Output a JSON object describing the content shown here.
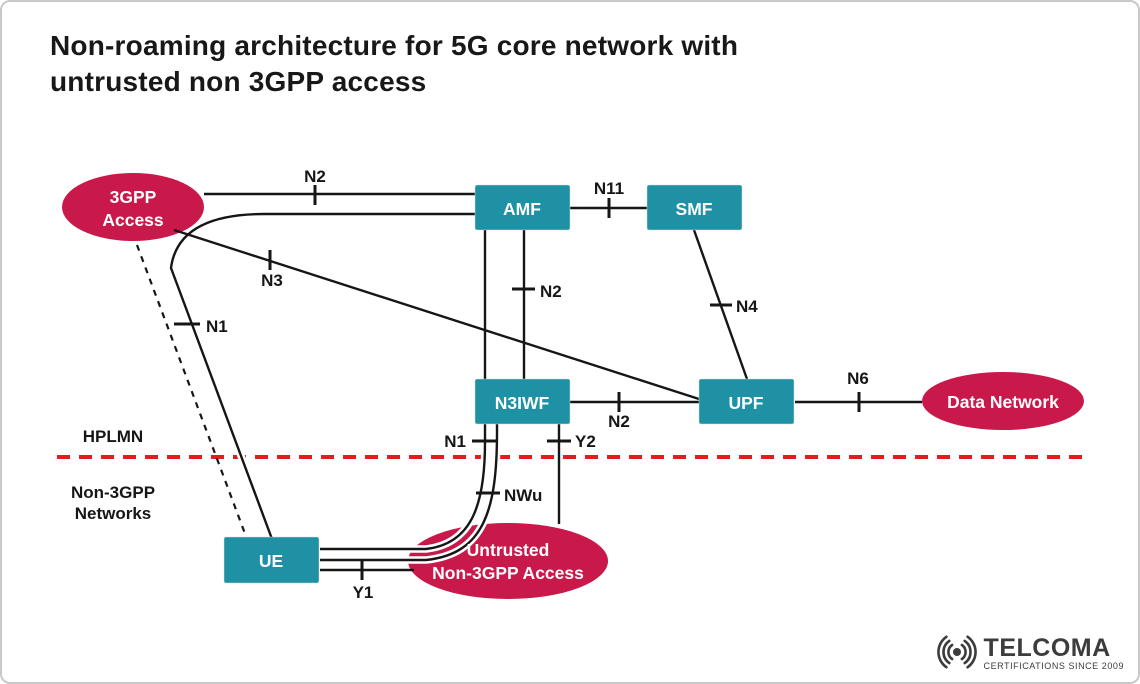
{
  "title": {
    "line1": "Non-roaming architecture for 5G core network with",
    "line2": "untrusted non 3GPP access"
  },
  "colors": {
    "node_teal": "#1E91A5",
    "node_red": "#C9184A",
    "divider_red": "#DF1D1D",
    "line_black": "#161616"
  },
  "nodes": {
    "gpp_access": {
      "line1": "3GPP",
      "line2": "Access"
    },
    "amf": "AMF",
    "smf": "SMF",
    "n3iwf": "N3IWF",
    "upf": "UPF",
    "ue": "UE",
    "untrusted": {
      "line1": "Untrusted",
      "line2": "Non-3GPP Access"
    },
    "data_network": "Data Network"
  },
  "interfaces": {
    "n2_top": "N2",
    "n11": "N11",
    "n3": "N3",
    "n4": "N4",
    "n2_mid": "N2",
    "n1_left": "N1",
    "n1_mid": "N1",
    "nwu": "NWu",
    "y2": "Y2",
    "y1": "Y1",
    "n2_right": "N2",
    "n6": "N6"
  },
  "regions": {
    "hplmn": "HPLMN",
    "non3gpp_line1": "Non-3GPP",
    "non3gpp_line2": "Networks"
  },
  "logo": {
    "name": "TELCOMA",
    "tagline": "CERTIFICATIONS SINCE 2009"
  }
}
